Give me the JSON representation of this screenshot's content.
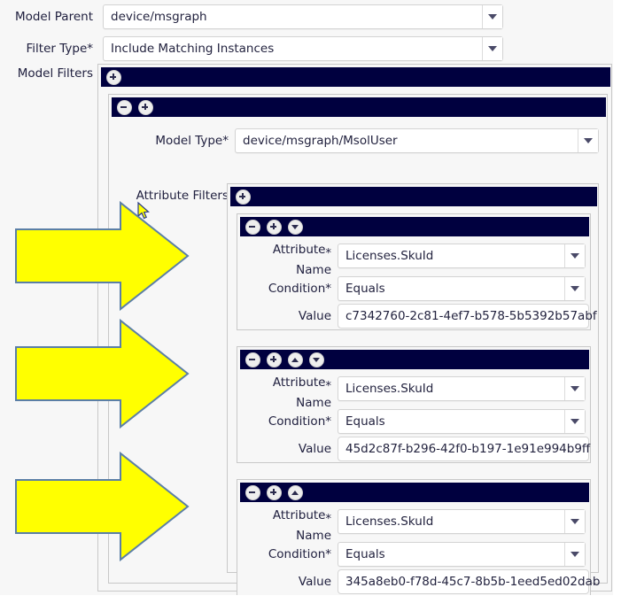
{
  "form": {
    "rows": [
      {
        "label": "Model Parent",
        "value": "device/msgraph",
        "icon": "chevron-down-icon"
      },
      {
        "label": "Filter Type*",
        "value": "Include Matching Instances",
        "icon": "chevron-down-icon"
      },
      {
        "label": "Model Filters"
      }
    ]
  },
  "model_filters": {
    "label": "Model Filters",
    "toolbar": [
      {
        "icon": "plus-icon",
        "name": "add-model-filter-button"
      }
    ],
    "group": {
      "toolbar": [
        {
          "icon": "minus-icon",
          "name": "remove-model-filter-button"
        },
        {
          "icon": "plus-icon",
          "name": "add-model-filter-button"
        }
      ],
      "model_type": {
        "label": "Model Type*",
        "value": "device/msgraph/MsolUser",
        "icon": "chevron-down-icon"
      },
      "attribute_filters": {
        "label": "Attribute Filters",
        "toolbar": [
          {
            "icon": "plus-icon",
            "name": "add-attribute-filter-button"
          }
        ],
        "cards": [
          {
            "toolbar": [
              {
                "icon": "minus-icon",
                "name": "remove-attribute-filter-button"
              },
              {
                "icon": "plus-icon",
                "name": "add-attribute-filter-button"
              },
              {
                "icon": "chevron-down-icon",
                "name": "move-down-button"
              }
            ],
            "attribute_name": {
              "label_line1": "Attribute",
              "label_line2": "Name",
              "required_mark": "*",
              "value": "Licenses.SkuId",
              "icon": "chevron-down-icon"
            },
            "condition": {
              "label": "Condition*",
              "value": "Equals",
              "icon": "chevron-down-icon"
            },
            "value": {
              "label": "Value",
              "value": "c7342760-2c81-4ef7-b578-5b5392b57abf"
            }
          },
          {
            "toolbar": [
              {
                "icon": "minus-icon",
                "name": "remove-attribute-filter-button"
              },
              {
                "icon": "plus-icon",
                "name": "add-attribute-filter-button"
              },
              {
                "icon": "chevron-up-icon",
                "name": "move-up-button"
              },
              {
                "icon": "chevron-down-icon",
                "name": "move-down-button"
              }
            ],
            "attribute_name": {
              "label_line1": "Attribute",
              "label_line2": "Name",
              "required_mark": "*",
              "value": "Licenses.SkuId",
              "icon": "chevron-down-icon"
            },
            "condition": {
              "label": "Condition*",
              "value": "Equals",
              "icon": "chevron-down-icon"
            },
            "value": {
              "label": "Value",
              "value": "45d2c87f-b296-42f0-b197-1e91e994b9ff"
            }
          },
          {
            "toolbar": [
              {
                "icon": "minus-icon",
                "name": "remove-attribute-filter-button"
              },
              {
                "icon": "plus-icon",
                "name": "add-attribute-filter-button"
              },
              {
                "icon": "chevron-up-icon",
                "name": "move-up-button"
              }
            ],
            "attribute_name": {
              "label_line1": "Attribute",
              "label_line2": "Name",
              "required_mark": "*",
              "value": "Licenses.SkuId",
              "icon": "chevron-down-icon"
            },
            "condition": {
              "label": "Condition*",
              "value": "Equals",
              "icon": "chevron-down-icon"
            },
            "value": {
              "label": "Value",
              "value": "345a8eb0-f78d-45c7-8b5b-1eed5ed02dab"
            }
          }
        ]
      }
    }
  },
  "annotations": {
    "arrows": [
      {
        "name": "highlight-arrow-1",
        "color": "#ffff00",
        "stroke": "#5b7fa6"
      },
      {
        "name": "highlight-arrow-2",
        "color": "#ffff00",
        "stroke": "#5b7fa6"
      },
      {
        "name": "highlight-arrow-3",
        "color": "#ffff00",
        "stroke": "#5b7fa6"
      }
    ]
  },
  "colors": {
    "bar_navy": "#00003f",
    "page_bg": "#f7f7f7",
    "panel_border": "#c8c8c8",
    "arrow_yellow": "#ffff00"
  }
}
